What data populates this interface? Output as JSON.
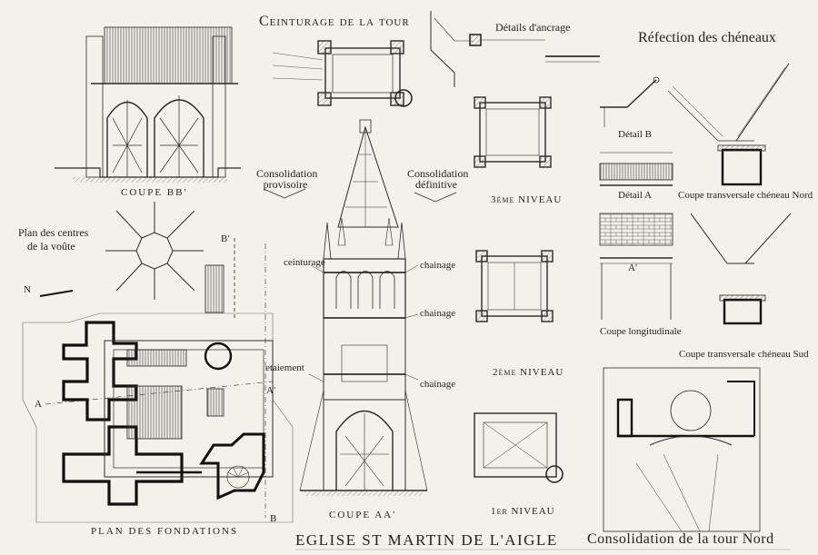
{
  "sheet": {
    "title": "EGLISE ST MARTIN DE L'AIGLE",
    "subtitle": "Consolidation de la tour Nord",
    "sections": {
      "ceinturage_tour": "Ceinturage de la tour",
      "details_ancrage": "Détails d'ancrage",
      "refection_cheneaux": "Réfection des chéneaux",
      "coupe_bb": "COUPE BB'",
      "coupe_aa": "COUPE AA'",
      "plan_fondations": "PLAN DES FONDATIONS",
      "plan_cintres_line1": "Plan des centres",
      "plan_cintres_line2": "de la voûte",
      "consolidation_provisoire_line1": "Consolidation",
      "consolidation_provisoire_line2": "provisoire",
      "consolidation_definitive_line1": "Consolidation",
      "consolidation_definitive_line2": "définitive",
      "niveau_3": "3ème NIVEAU",
      "niveau_2": "2ème NIVEAU",
      "niveau_1": "1er NIVEAU",
      "detail_b": "Détail B",
      "detail_a": "Détail A",
      "coupe_nord": "Coupe transversale chéneau Nord",
      "coupe_longitudinale": "Coupe longitudinale",
      "coupe_sud": "Coupe transversale chéneau Sud"
    },
    "annotations": {
      "ceinturage": "ceinturage",
      "chainage_1": "chainage",
      "chainage_2": "chainage",
      "chainage_3": "chainage",
      "etaiement": "etaiement",
      "north": "N",
      "marker_a_left": "A",
      "marker_a_right": "A'",
      "marker_a_detail": "A'",
      "marker_b_top": "B'",
      "marker_b_bottom": "B"
    }
  }
}
